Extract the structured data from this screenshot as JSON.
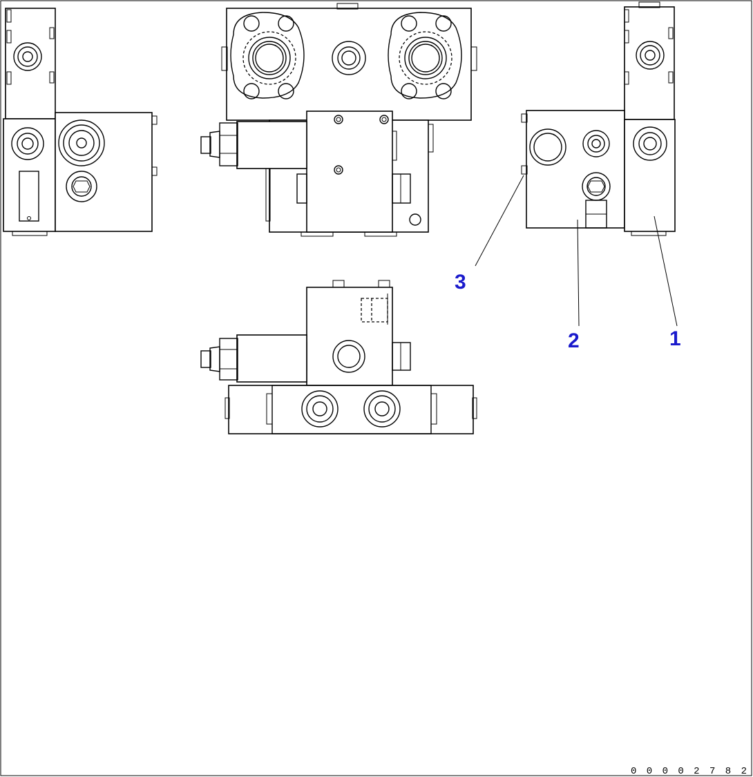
{
  "callouts": [
    {
      "label": "1"
    },
    {
      "label": "2"
    },
    {
      "label": "3"
    }
  ],
  "drawing_number": "0 0 0 0 2 7 8 2",
  "colors": {
    "callout": "#1a1acc",
    "line": "#000000",
    "paper": "#ffffff"
  }
}
